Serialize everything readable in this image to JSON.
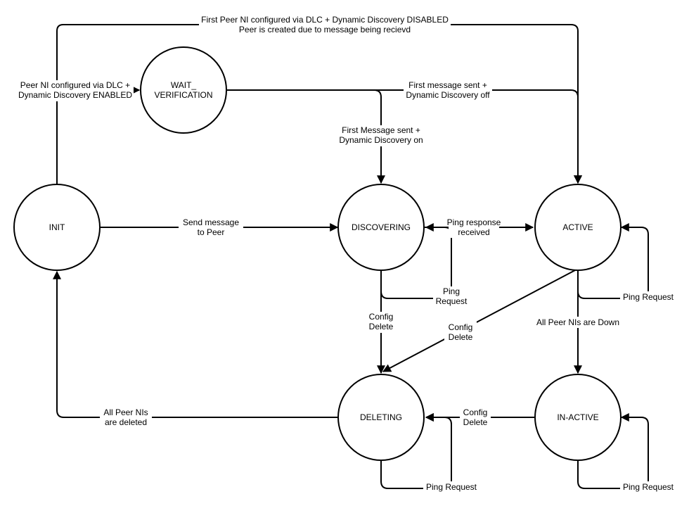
{
  "states": {
    "init": "INIT",
    "wait_verification": [
      "WAIT_",
      "VERIFICATION"
    ],
    "discovering": "DISCOVERING",
    "active": "ACTIVE",
    "deleting": "DELETING",
    "inactive": "IN-ACTIVE"
  },
  "edges": {
    "init_to_active_top": [
      "First Peer NI configured via DLC + Dynamic Discovery DISABLED",
      "Peer is created due to message being recievd"
    ],
    "init_to_wait": [
      "Peer NI configured via DLC +",
      "Dynamic Discovery ENABLED"
    ],
    "wait_to_active": [
      "First message sent +",
      "Dynamic Discovery off"
    ],
    "wait_to_discovering": [
      "First Message sent +",
      "Dynamic Discovery on"
    ],
    "init_to_discovering": [
      "Send message",
      "to Peer"
    ],
    "discovering_to_active": [
      "Ping response",
      "received"
    ],
    "discovering_self": [
      "Ping",
      "Request"
    ],
    "active_self": [
      "Ping Request"
    ],
    "discovering_to_deleting": [
      "Config",
      "Delete"
    ],
    "active_to_deleting": [
      "Config",
      "Delete"
    ],
    "active_to_inactive": [
      "All Peer NIs are Down"
    ],
    "inactive_to_deleting": [
      "Config",
      "Delete"
    ],
    "deleting_to_init": [
      "All Peer NIs",
      "are deleted"
    ],
    "deleting_self": [
      "Ping Request"
    ],
    "inactive_self": [
      "Ping Request"
    ]
  },
  "colors": {
    "stroke": "#000000",
    "fill": "#ffffff"
  }
}
